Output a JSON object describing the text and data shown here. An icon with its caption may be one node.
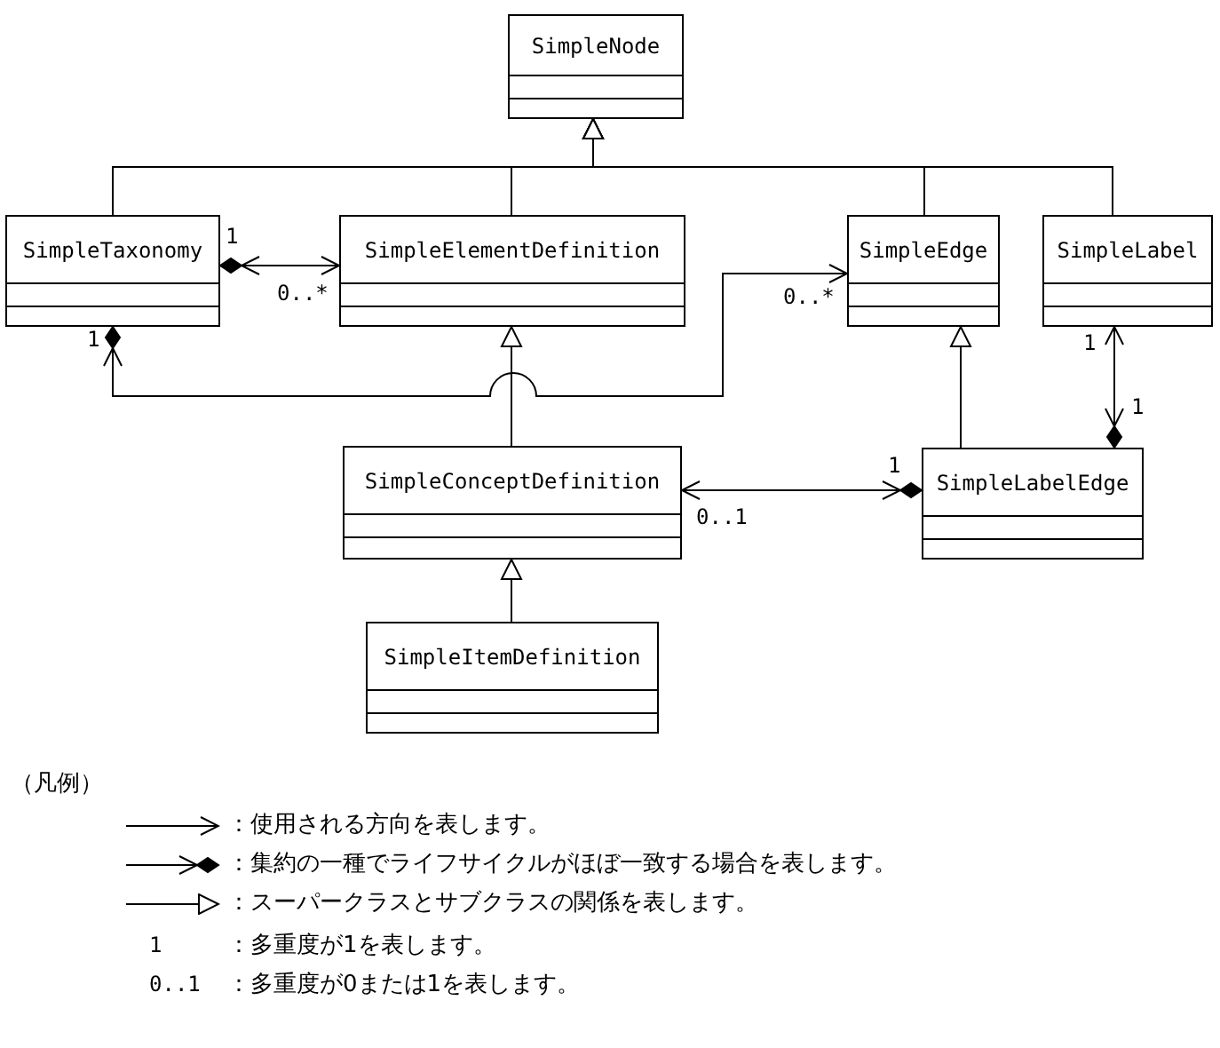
{
  "diagram": {
    "nodes": [
      {
        "text": [
          "SimpleNode"
        ]
      },
      {
        "text": [
          "SimpleTaxonomy"
        ]
      },
      {
        "text": [
          "SimpleElementDefinition"
        ]
      },
      {
        "text": [
          "SimpleEdge"
        ]
      },
      {
        "text": [
          "SimpleLabel"
        ]
      },
      {
        "text": [
          "SimpleConceptDefinition"
        ]
      },
      {
        "text": [
          "SimpleLabelEdge"
        ]
      },
      {
        "text": [
          "SimpleItemDefinition"
        ]
      }
    ],
    "edges": [
      {
        "from": 1,
        "to": 0,
        "arrow": "to"
      },
      {
        "from": 2,
        "to": 0,
        "arrow": "to"
      },
      {
        "from": 3,
        "to": 0,
        "arrow": "to"
      },
      {
        "from": 4,
        "to": 0,
        "arrow": "to"
      },
      {
        "from": 5,
        "to": 2,
        "arrow": "to"
      },
      {
        "from": 6,
        "to": 3,
        "arrow": "to"
      },
      {
        "from": 7,
        "to": 5,
        "arrow": "to"
      },
      {
        "from": 1,
        "to": 2,
        "arrow": "both"
      },
      {
        "from": 1,
        "to": 3,
        "arrow": "both"
      },
      {
        "from": 5,
        "to": 6,
        "arrow": "both"
      },
      {
        "from": 4,
        "to": 6,
        "arrow": "both"
      }
    ],
    "labels": [
      "1",
      "0..*",
      "0..*",
      "1",
      "1",
      "1",
      "1",
      "0..1",
      "（凡例）",
      "1",
      "0..1"
    ],
    "legend": [
      {
        "text": "：使用される方向を表します。"
      },
      {
        "text": "：集約の一種でライフサイクルがほぼ一致する場合を表します。"
      },
      {
        "text": "：スーパークラスとサブクラスの関係を表します。"
      },
      {
        "text": "：多重度が1を表します。"
      },
      {
        "text": "：多重度が0または1を表します。"
      }
    ]
  }
}
